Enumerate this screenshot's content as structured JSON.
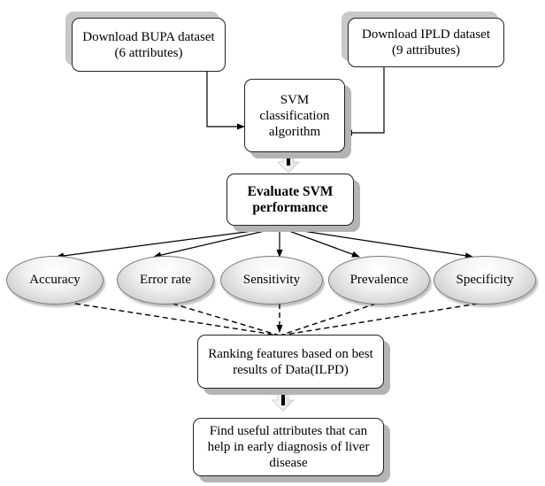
{
  "diagram": {
    "nodes": {
      "bupa": {
        "text": "Download BUPA dataset\n(6 attributes)"
      },
      "ilpd": {
        "text": "Download IPLD dataset\n(9 attributes)"
      },
      "svm": {
        "text": "SVM\nclassification\nalgorithm"
      },
      "evaluate": {
        "text": "Evaluate SVM\nperformance"
      },
      "metrics": [
        {
          "text": "Accuracy"
        },
        {
          "text": "Error rate"
        },
        {
          "text": "Sensitivity"
        },
        {
          "text": "Prevalence"
        },
        {
          "text": "Specificity"
        }
      ],
      "ranking": {
        "text": "Ranking features based on best\nresults of Data(ILPD)"
      },
      "find": {
        "text": "Find useful attributes that can\nhelp in early diagnosis of liver\ndisease"
      }
    },
    "edges": [
      {
        "from": "bupa",
        "to": "svm",
        "style": "solid"
      },
      {
        "from": "ilpd",
        "to": "svm",
        "style": "solid"
      },
      {
        "from": "svm",
        "to": "evaluate",
        "style": "block-arrow"
      },
      {
        "from": "evaluate",
        "to": "Accuracy",
        "style": "solid"
      },
      {
        "from": "evaluate",
        "to": "Error rate",
        "style": "solid"
      },
      {
        "from": "evaluate",
        "to": "Sensitivity",
        "style": "solid"
      },
      {
        "from": "evaluate",
        "to": "Prevalence",
        "style": "solid"
      },
      {
        "from": "evaluate",
        "to": "Specificity",
        "style": "solid"
      },
      {
        "from": "Accuracy",
        "to": "ranking",
        "style": "dashed"
      },
      {
        "from": "Error rate",
        "to": "ranking",
        "style": "dashed"
      },
      {
        "from": "Sensitivity",
        "to": "ranking",
        "style": "dashed"
      },
      {
        "from": "Prevalence",
        "to": "ranking",
        "style": "dashed"
      },
      {
        "from": "Specificity",
        "to": "ranking",
        "style": "dashed"
      },
      {
        "from": "ranking",
        "to": "find",
        "style": "block-arrow"
      }
    ]
  }
}
